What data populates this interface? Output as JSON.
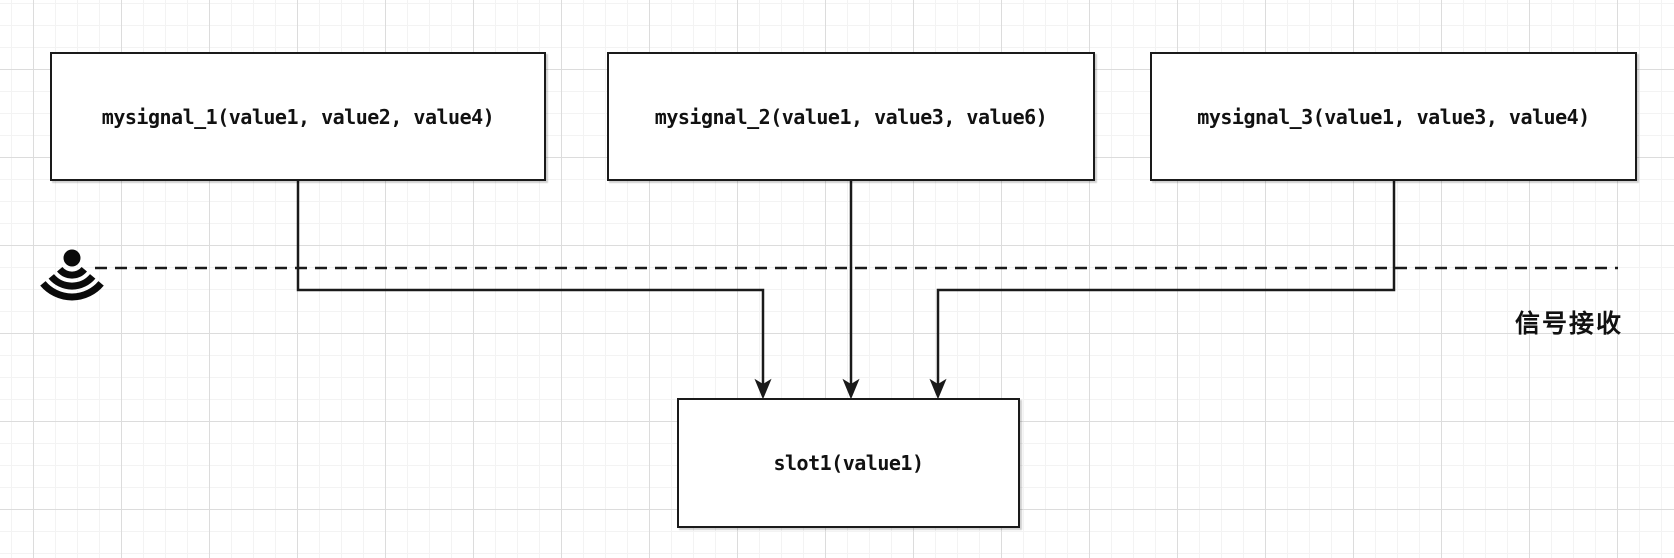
{
  "diagram": {
    "signals": [
      {
        "label": "mysignal_1(value1, value2, value4)"
      },
      {
        "label": "mysignal_2(value1, value3, value6)"
      },
      {
        "label": "mysignal_3(value1, value3, value4)"
      }
    ],
    "slot": {
      "label": "slot1(value1)"
    },
    "annotation": {
      "label": "信号接收"
    },
    "icons": {
      "broadcast": "broadcast-icon"
    },
    "colors": {
      "line": "#1a1a1a",
      "box_fill": "#ffffff",
      "grid_minor": "#f3f3f3",
      "grid_major": "#dcdcdc"
    }
  }
}
